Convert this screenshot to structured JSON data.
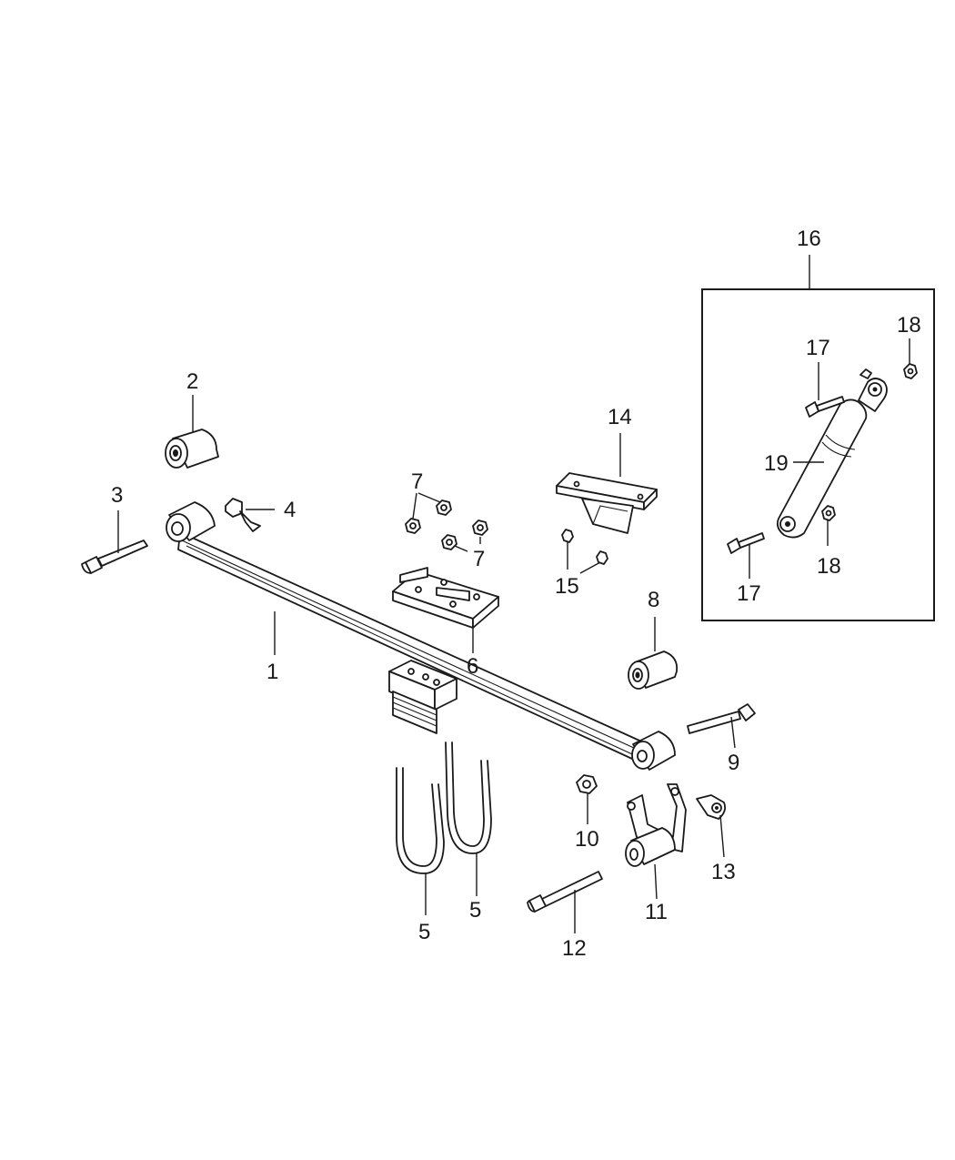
{
  "diagram": {
    "callouts": {
      "c1": "1",
      "c2": "2",
      "c3": "3",
      "c4": "4",
      "c5a": "5",
      "c5b": "5",
      "c6": "6",
      "c7a": "7",
      "c7b": "7",
      "c8": "8",
      "c9": "9",
      "c10": "10",
      "c11": "11",
      "c12": "12",
      "c13": "13",
      "c14": "14",
      "c15": "15",
      "c16": "16",
      "c17a": "17",
      "c17b": "17",
      "c18a": "18",
      "c18b": "18",
      "c19": "19"
    }
  }
}
